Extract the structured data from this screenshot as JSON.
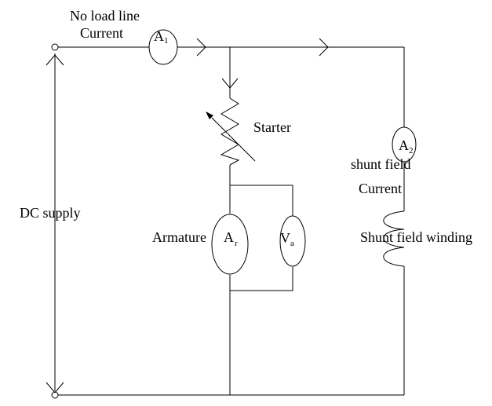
{
  "labels": {
    "no_load_line": "No load line",
    "current_top": "Current",
    "starter": "Starter",
    "shunt_field": "shunt field",
    "current_shunt": "Current",
    "dc_supply": "DC supply",
    "armature": "Armature",
    "shunt_field_winding": "Shunt field winding"
  },
  "meters": {
    "a1": {
      "letter": "A",
      "sub": "1"
    },
    "a2": {
      "letter": "A",
      "sub": "2"
    },
    "ar": {
      "letter": "A",
      "sub": "r"
    },
    "va": {
      "letter": "V",
      "sub": "a"
    }
  }
}
